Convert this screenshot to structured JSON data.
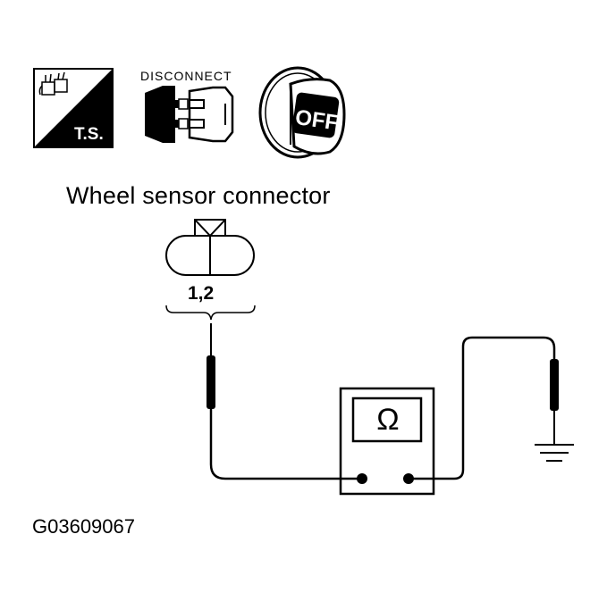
{
  "icons": {
    "ts_label": "T.S.",
    "disconnect_label": "DISCONNECT",
    "ignition_label": "OFF"
  },
  "connector": {
    "title": "Wheel sensor connector",
    "pins": "1,2"
  },
  "meter": {
    "symbol": "Ω"
  },
  "figure_code": "G03609067"
}
